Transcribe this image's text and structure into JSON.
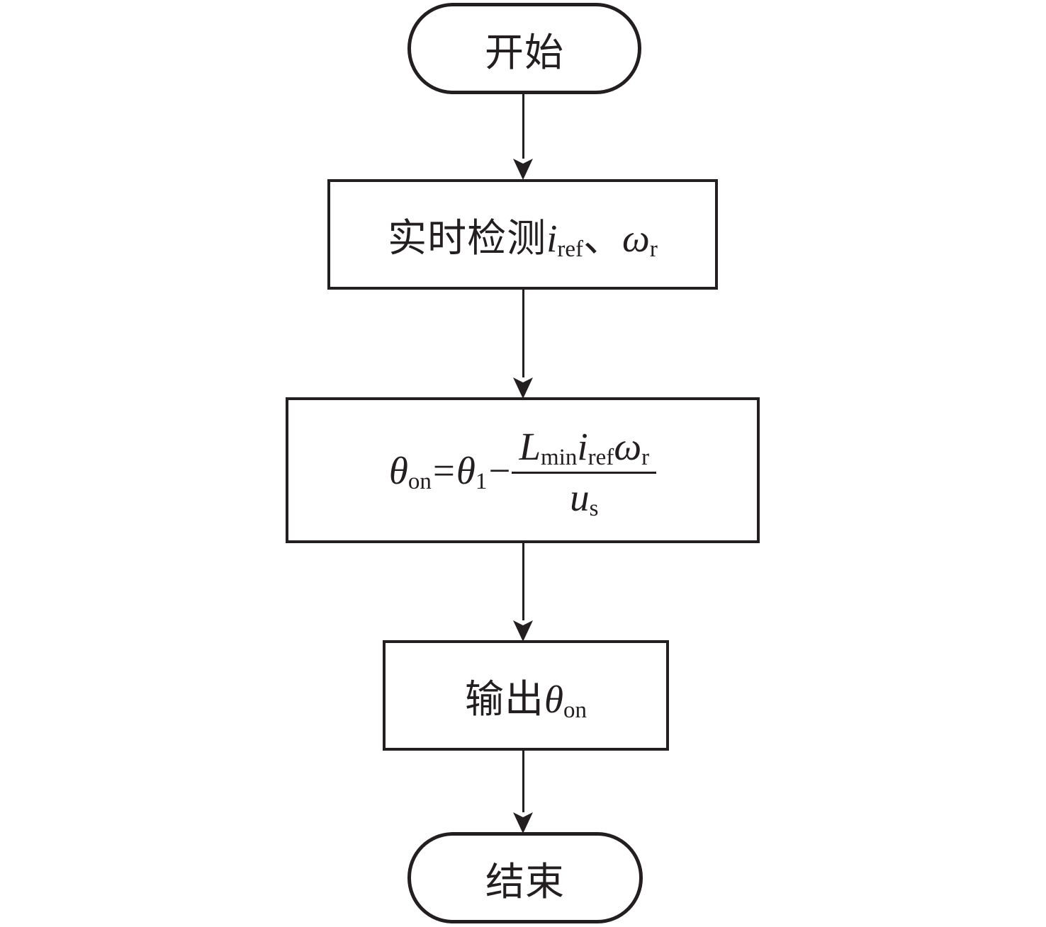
{
  "colors": {
    "ink": "#231f20",
    "background": "#ffffff"
  },
  "nodes": {
    "start": {
      "type": "terminator",
      "label": "开始"
    },
    "detect": {
      "type": "process",
      "prefix": "实时检测",
      "var1": {
        "base": "i",
        "sub": "ref"
      },
      "separator": "、",
      "var2": {
        "base": "ω",
        "sub": "r"
      }
    },
    "formula": {
      "type": "process",
      "lhs": {
        "base": "θ",
        "sub": "on"
      },
      "equals": "=",
      "term1": {
        "base": "θ",
        "sub": "1"
      },
      "minus": "−",
      "fraction": {
        "numerator": [
          {
            "base": "L",
            "sub": "min"
          },
          {
            "base": "i",
            "sub": "ref"
          },
          {
            "base": "ω",
            "sub": "r"
          }
        ],
        "denominator": {
          "base": "u",
          "sub": "s"
        }
      }
    },
    "output": {
      "type": "process",
      "prefix": "输出",
      "var": {
        "base": "θ",
        "sub": "on"
      }
    },
    "end": {
      "type": "terminator",
      "label": "结束"
    }
  }
}
